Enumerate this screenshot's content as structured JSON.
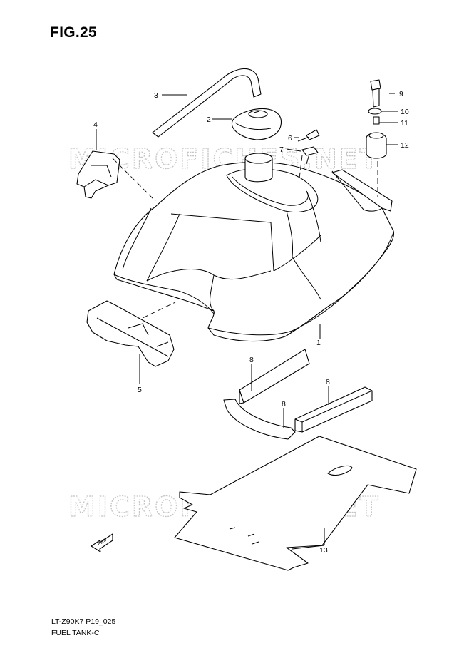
{
  "figure": {
    "title": "FIG.25"
  },
  "footer": {
    "model_code": "LT-Z90K7 P19_025",
    "section_name": "FUEL TANK-C"
  },
  "watermark": {
    "text": "MICROFICHES.NET"
  },
  "direction_arrow": {
    "label": "FWD"
  },
  "callouts": [
    "1",
    "2",
    "3",
    "4",
    "5",
    "6",
    "7",
    "8",
    "8",
    "8",
    "9",
    "10",
    "11",
    "12",
    "13"
  ]
}
